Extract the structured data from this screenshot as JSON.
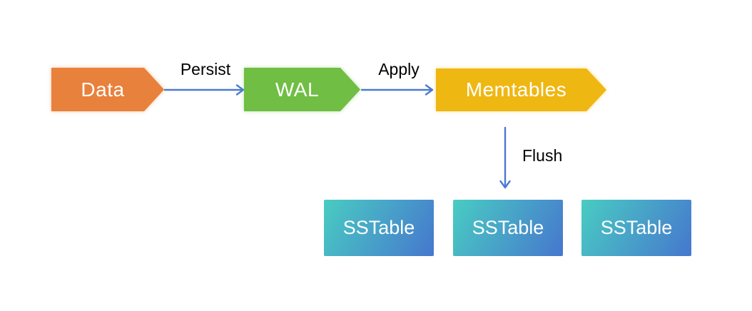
{
  "diagram": {
    "background": "#FFFFFF",
    "nodes": {
      "data": {
        "label": "Data",
        "shape": "pentagon-arrow",
        "fill": "#E8813C",
        "text_color": "#FFFFFF"
      },
      "wal": {
        "label": "WAL",
        "shape": "pentagon-arrow",
        "fill": "#70BE44",
        "text_color": "#FFFFFF"
      },
      "memtables": {
        "label": "Memtables",
        "shape": "pentagon-arrow",
        "fill": "#EFB712",
        "text_color": "#FFFFFF"
      },
      "sstables": [
        {
          "label": "SSTable"
        },
        {
          "label": "SSTable"
        },
        {
          "label": "SSTable"
        }
      ],
      "sstable_gradient": {
        "from": "#49CCC2",
        "to": "#4677CE"
      }
    },
    "edges": [
      {
        "label": "Persist",
        "from": "Data",
        "to": "WAL",
        "direction": "right"
      },
      {
        "label": "Apply",
        "from": "WAL",
        "to": "Memtables",
        "direction": "right"
      },
      {
        "label": "Flush",
        "from": "Memtables",
        "to": "SSTable row",
        "direction": "down"
      }
    ],
    "arrow_color": "#4A7AD1",
    "edge_label_color": "#000000"
  }
}
